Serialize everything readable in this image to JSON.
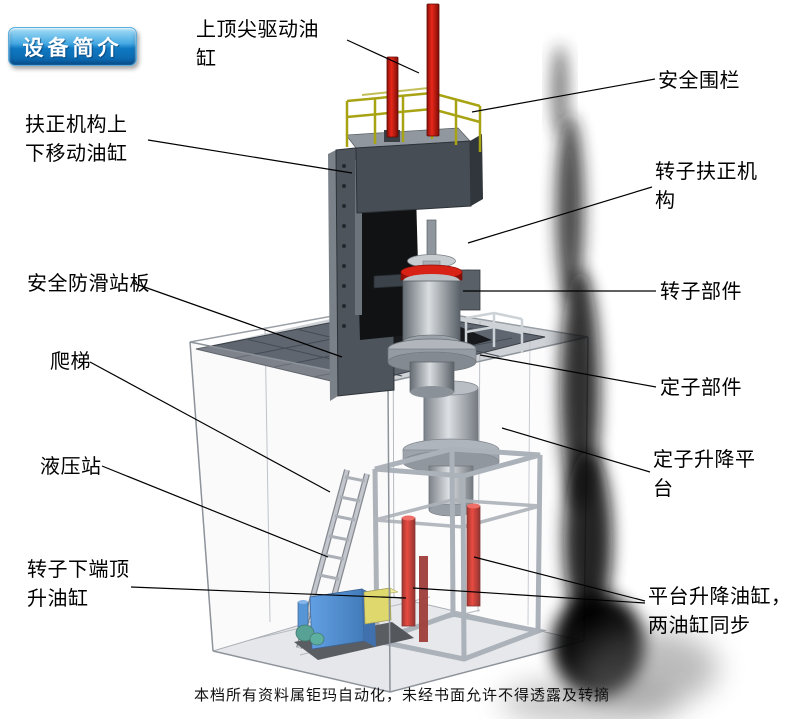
{
  "badge": {
    "label": "设备简介"
  },
  "footer": {
    "text": "本档所有资料属钜玛自动化，未经书面允许不得透露及转摘"
  },
  "labels": {
    "top_tip_cylinder": "上顶尖驱动油\n缸",
    "safety_fence": "安全围栏",
    "centering_updown_cylinder": "扶正机构上\n下移动油缸",
    "rotor_centering": "转子扶正机\n构",
    "antislip_board": "安全防滑站板",
    "rotor_part": "转子部件",
    "ladder": "爬梯",
    "stator_part": "定子部件",
    "hydraulic_station": "液压站",
    "stator_lift_platform": "定子升降平\n台",
    "rotor_bottom_jack_cylinder": "转子下端顶\n升油缸",
    "platform_lift_cylinder": "平台升降油缸，\n两油缸同步"
  },
  "colors": {
    "badge_blue": "#0f79c2",
    "cylinder_red": "#d01910",
    "fence_yellow": "#a8a312",
    "hydraulic_blue": "#1a6fd4",
    "frame_gray": "#4d545c",
    "platform_gray": "#5f6670"
  }
}
